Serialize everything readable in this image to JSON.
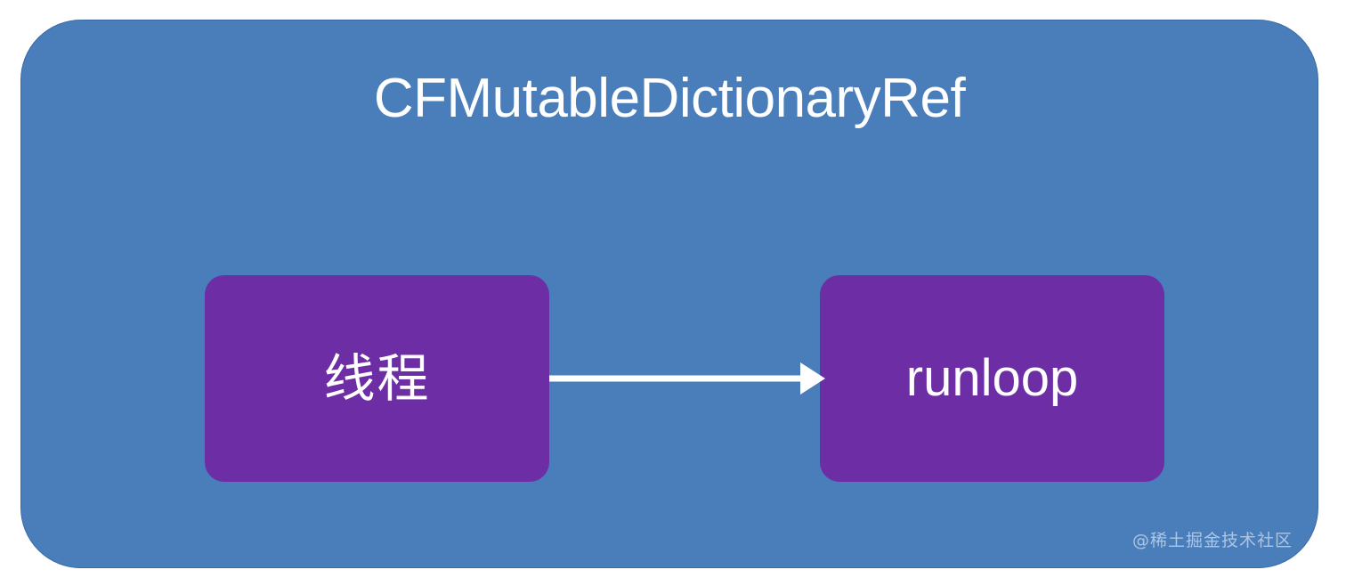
{
  "diagram": {
    "container": {
      "title": "CFMutableDictionaryRef",
      "fill_color": "#4a7ebb",
      "border_color": "#3a6aa8"
    },
    "nodes": [
      {
        "id": "thread",
        "label": "线程",
        "fill_color": "#6d2ea5",
        "text_color": "#ffffff"
      },
      {
        "id": "runloop",
        "label": "runloop",
        "fill_color": "#6d2ea5",
        "text_color": "#ffffff"
      }
    ],
    "edges": [
      {
        "from": "thread",
        "to": "runloop",
        "label": "",
        "color": "#ffffff",
        "style": "solid-arrow"
      }
    ],
    "watermark": "@稀土掘金技术社区"
  }
}
